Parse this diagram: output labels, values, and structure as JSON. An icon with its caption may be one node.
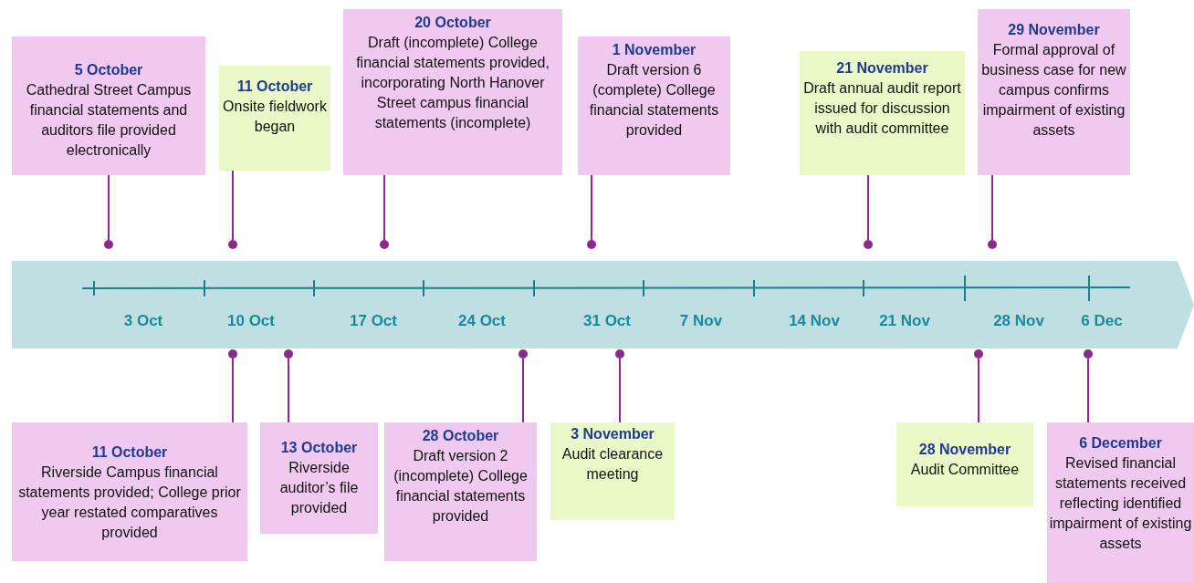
{
  "diagram": {
    "nodes": [
      {
        "text": [
          "5 October",
          "Cathedral Street Campus financial statements and auditors file provided electronically"
        ]
      },
      {
        "text": [
          "11 October",
          "Onsite fieldwork began"
        ]
      },
      {
        "text": [
          "20 October",
          "Draft (incomplete) College financial statements provided, incorporating North Hanover Street campus financial statements (incomplete)"
        ]
      },
      {
        "text": [
          "1 November",
          "Draft version 6 (complete) College financial statements provided"
        ]
      },
      {
        "text": [
          "21 November",
          "Draft annual audit report issued for discussion with audit committee"
        ]
      },
      {
        "text": [
          "29 November",
          "Formal approval of business case for new campus confirms impairment of existing assets"
        ]
      },
      {
        "text": [
          "11 October",
          "Riverside Campus financial statements provided; College prior year restated comparatives provided"
        ]
      },
      {
        "text": [
          "13 October",
          "Riverside auditor’s file provided"
        ]
      },
      {
        "text": [
          "28 October",
          "Draft version 2 (incomplete) College financial statements provided"
        ]
      },
      {
        "text": [
          "3 November",
          "Audit clearance meeting"
        ]
      },
      {
        "text": [
          "28 November",
          "Audit Committee"
        ]
      },
      {
        "text": [
          "6 December",
          "Revised financial statements received reflecting identified impairment of existing assets"
        ]
      },
      {
        "text": [],
        "shape": "circle"
      },
      {
        "text": [],
        "shape": "circle"
      },
      {
        "text": [],
        "shape": "circle"
      },
      {
        "text": [],
        "shape": "circle"
      },
      {
        "text": [],
        "shape": "circle"
      },
      {
        "text": [],
        "shape": "circle"
      },
      {
        "text": [],
        "shape": "circle"
      },
      {
        "text": [],
        "shape": "circle"
      },
      {
        "text": [],
        "shape": "circle"
      },
      {
        "text": [],
        "shape": "circle"
      },
      {
        "text": [],
        "shape": "circle"
      },
      {
        "text": [],
        "shape": "circle"
      }
    ],
    "edges": [
      {
        "from": 0,
        "to": 12,
        "arrow": "none"
      },
      {
        "from": 1,
        "to": 13,
        "arrow": "none"
      },
      {
        "from": 2,
        "to": 14,
        "arrow": "none"
      },
      {
        "from": 3,
        "to": 15,
        "arrow": "none"
      },
      {
        "from": 4,
        "to": 16,
        "arrow": "none"
      },
      {
        "from": 5,
        "to": 17,
        "arrow": "none"
      },
      {
        "from": 6,
        "to": 18,
        "arrow": "none"
      },
      {
        "from": 7,
        "to": 19,
        "arrow": "none"
      },
      {
        "from": 8,
        "to": 20,
        "arrow": "none"
      },
      {
        "from": 9,
        "to": 21,
        "arrow": "none"
      },
      {
        "from": 10,
        "to": 22,
        "arrow": "none"
      },
      {
        "from": 11,
        "to": 23,
        "arrow": "none"
      }
    ],
    "labels": [
      "3 Oct",
      "10 Oct",
      "17 Oct",
      "24 Oct",
      "31 Oct",
      "7 Nov",
      "14 Nov",
      "21 Nov",
      "28 Nov",
      "6 Dec"
    ]
  }
}
